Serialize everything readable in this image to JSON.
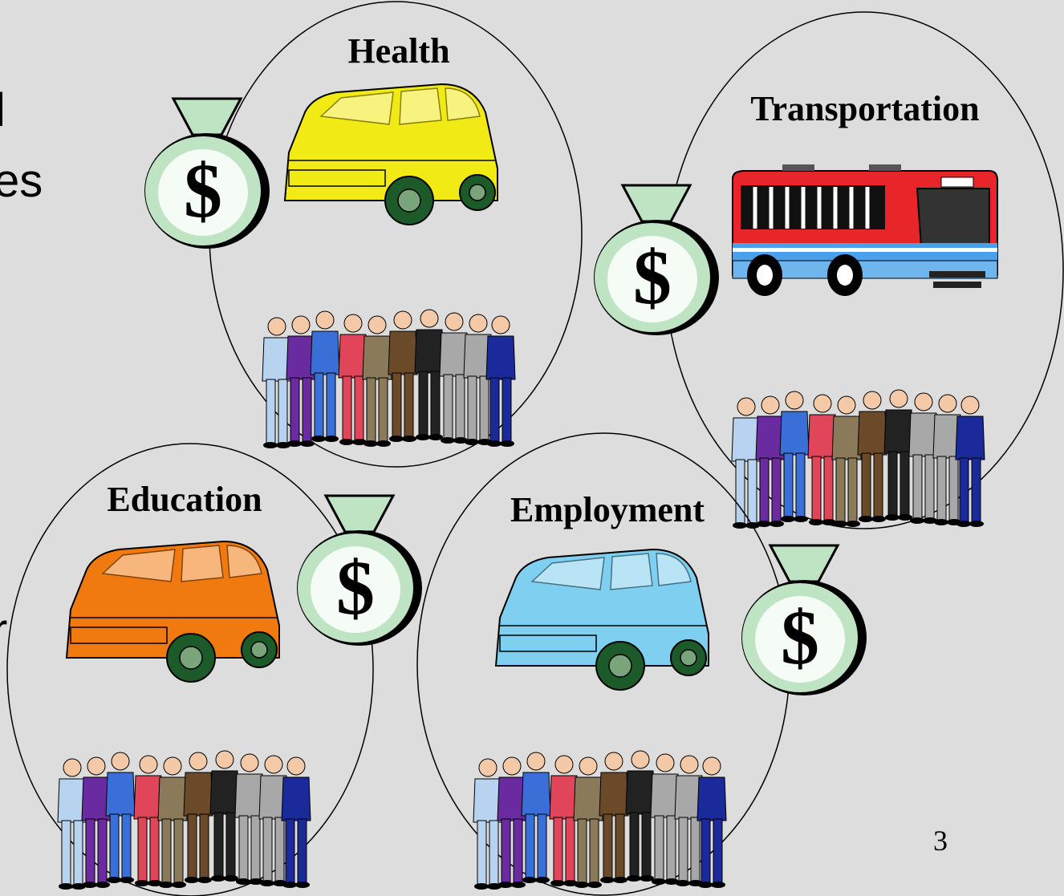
{
  "colors": {
    "background": "#dddddd",
    "money_bag_fill": "#bfe4c3",
    "money_bag_center": "#f5fbf5",
    "people_palette": [
      "#b7d3f0",
      "#6a2aa0",
      "#3a6fd8",
      "#e0455a",
      "#8a7a5a",
      "#6b4a2a",
      "#222222",
      "#a8a8a8",
      "#1a2a9a"
    ]
  },
  "text_fragments": [
    {
      "text": "l"
    },
    {
      "text": "es"
    },
    {
      "text": "r"
    }
  ],
  "groups": [
    {
      "key": "health",
      "label": "Health",
      "vehicle": "van",
      "vehicle_color": "#f2ea14",
      "money_symbol": "$",
      "icons": [
        "money-bag-icon",
        "van-icon",
        "people-group-icon"
      ]
    },
    {
      "key": "transportation",
      "label": "Transportation",
      "vehicle": "bus",
      "vehicle_color": "#e8262a",
      "money_symbol": "$",
      "icons": [
        "money-bag-icon",
        "bus-icon",
        "people-group-icon"
      ]
    },
    {
      "key": "education",
      "label": "Education",
      "vehicle": "van",
      "vehicle_color": "#f07a10",
      "money_symbol": "$",
      "icons": [
        "money-bag-icon",
        "van-icon",
        "people-group-icon"
      ]
    },
    {
      "key": "employment",
      "label": "Employment",
      "vehicle": "van",
      "vehicle_color": "#7fcff0",
      "money_symbol": "$",
      "icons": [
        "money-bag-icon",
        "van-icon",
        "people-group-icon"
      ]
    }
  ],
  "page_number": "3"
}
